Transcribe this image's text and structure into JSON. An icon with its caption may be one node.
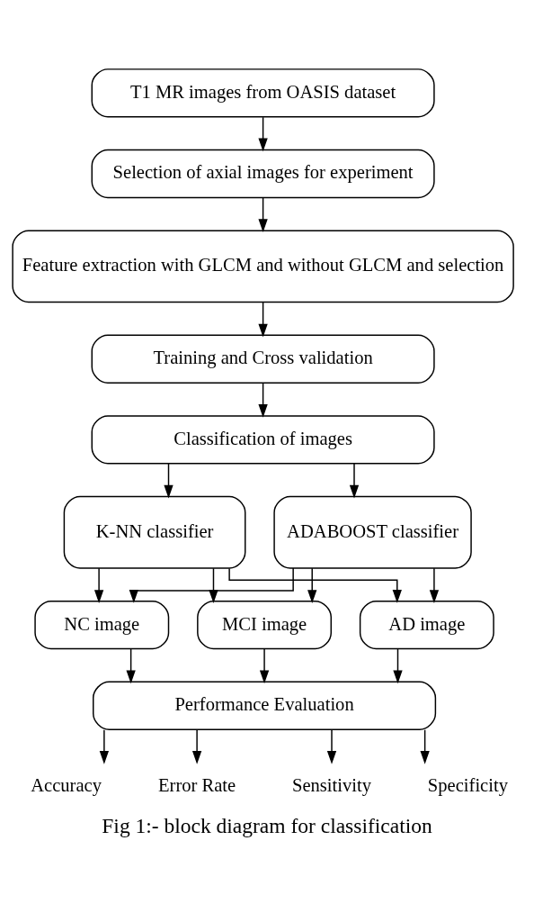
{
  "diagram": {
    "caption": "Fig 1:- block diagram for classification",
    "nodes": [
      {
        "text": [
          "T1 MR images from OASIS dataset"
        ]
      },
      {
        "text": [
          "Selection of axial images for experiment"
        ]
      },
      {
        "text": [
          "Feature extraction with GLCM and without GLCM and selection"
        ]
      },
      {
        "text": [
          "Training and Cross validation"
        ]
      },
      {
        "text": [
          "Classification of images"
        ]
      },
      {
        "text": [
          "K-NN classifier"
        ]
      },
      {
        "text": [
          "ADABOOST classifier"
        ]
      },
      {
        "text": [
          "NC image"
        ]
      },
      {
        "text": [
          "MCI image"
        ]
      },
      {
        "text": [
          "AD image"
        ]
      },
      {
        "text": [
          "Performance Evaluation"
        ]
      },
      {
        "text": [
          "Accuracy"
        ]
      },
      {
        "text": [
          "Error Rate"
        ]
      },
      {
        "text": [
          "Sensitivity"
        ]
      },
      {
        "text": [
          "Specificity"
        ]
      }
    ],
    "edges": [
      {
        "from": 0,
        "to": 1,
        "arrow": "to"
      },
      {
        "from": 1,
        "to": 2,
        "arrow": "to"
      },
      {
        "from": 2,
        "to": 3,
        "arrow": "to"
      },
      {
        "from": 3,
        "to": 4,
        "arrow": "to"
      },
      {
        "from": 4,
        "to": 5,
        "arrow": "to"
      },
      {
        "from": 4,
        "to": 6,
        "arrow": "to"
      },
      {
        "from": 5,
        "to": 7,
        "arrow": "to"
      },
      {
        "from": 5,
        "to": 8,
        "arrow": "to"
      },
      {
        "from": 5,
        "to": 9,
        "arrow": "to"
      },
      {
        "from": 6,
        "to": 7,
        "arrow": "to"
      },
      {
        "from": 6,
        "to": 8,
        "arrow": "to"
      },
      {
        "from": 6,
        "to": 9,
        "arrow": "to"
      },
      {
        "from": 7,
        "to": 10,
        "arrow": "to"
      },
      {
        "from": 8,
        "to": 10,
        "arrow": "to"
      },
      {
        "from": 9,
        "to": 10,
        "arrow": "to"
      },
      {
        "from": 10,
        "to": 11,
        "arrow": "to"
      },
      {
        "from": 10,
        "to": 12,
        "arrow": "to"
      },
      {
        "from": 10,
        "to": 13,
        "arrow": "to"
      },
      {
        "from": 10,
        "to": 14,
        "arrow": "to"
      }
    ]
  }
}
